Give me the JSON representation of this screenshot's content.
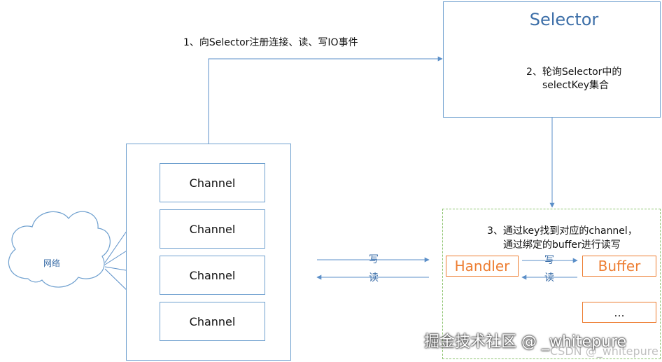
{
  "selector": {
    "title": "Selector",
    "poll_text_line1": "2、轮询Selector中的",
    "poll_text_line2": "selectKey集合"
  },
  "register_label": "1、向Selector注册连接、读、写IO事件",
  "network_label": "网络",
  "channels": [
    "Channel",
    "Channel",
    "Channel",
    "Channel"
  ],
  "handler_area": {
    "note_line1": "3、通过key找到对应的channel，",
    "note_line2": "通过绑定的buffer进行读写",
    "handler": "Handler",
    "buffer": "Buffer",
    "more": "...",
    "write_label": "写",
    "read_label": "读"
  },
  "io_labels": {
    "write": "写",
    "read": "读"
  },
  "watermark": {
    "main": "掘金技术社区 @ _whitepure",
    "secondary": "CSDN @_whitepure"
  },
  "colors": {
    "blue_border": "#6fa0cf",
    "orange": "#ed7d31",
    "green_dashed": "#8cc36e"
  }
}
